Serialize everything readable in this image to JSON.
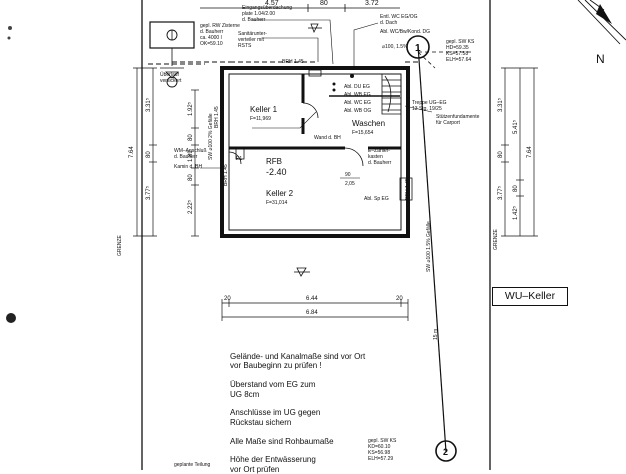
{
  "top_dims": [
    "4.57",
    "80",
    "3.72"
  ],
  "labels": {
    "rain_pipe": [
      "gepl. RW Zisterne",
      "d. Bauherr",
      "ca. 4000 l",
      "OK=59.10"
    ],
    "overflow": [
      "Überlauf",
      "versickert"
    ],
    "grade": [
      "Eingangsüberdachung",
      "plate 1.04/2.00",
      "d. Bauherr"
    ],
    "sanitary": [
      "Sanitärunter-",
      "verteiler mit",
      "RSTS"
    ],
    "vent": [
      "Entl. WC EG/OG",
      "d. Dach"
    ],
    "vent2": "Abl. WC/Bw/Kond. DG",
    "shaft_ref": "⌀100, 1.5%",
    "shaft_right": [
      "gepl. SW KS",
      "HD=59.35",
      "KS=57.58",
      "ELH=57.64"
    ],
    "drains": [
      "Abl. DU EG",
      "Abl. WB EG",
      "Abl. WC EG",
      "Abl. WB OG"
    ],
    "brh_top": "BRH 1.45",
    "stair": [
      "Treppe UG–EG",
      "13 Stg. 19/25"
    ],
    "foundation": [
      "Stützenfundamente",
      "für Carport"
    ],
    "wall_brh": "BRH 1.45",
    "wm": [
      "WM–Anschluß",
      "d. Bauherr"
    ],
    "kamin": "Kamin d. BH",
    "wand": "Wand d. BH",
    "pf": "P1",
    "meter": [
      "E–Zähler-",
      "kasten",
      "d. Bauherr"
    ],
    "abl_sp": "Abl. Sp EG",
    "brh_left": "BRH 1.45",
    "brh_right": "BRH 1.45",
    "pipe_left": "SW ⌀100 2% Gefälle",
    "pipe_right": "SW ⌀100 1.5% Gefälle",
    "grenze_left": "GRENZE",
    "grenze_right": "GRENZE",
    "dist_15m": "15 m",
    "mark_1": "1",
    "mark_2": "2",
    "north": "N",
    "shaft_bottom": [
      "gepl. SW KS",
      "KD=60.10",
      "KS=56.98",
      "ELH=57.29"
    ],
    "parting": "geplante Teilung"
  },
  "rooms": [
    {
      "name": "Keller 1",
      "area": "F=11,969"
    },
    {
      "name": "Waschen",
      "area": "F=15,654"
    },
    {
      "name": "Keller 2",
      "area": "F=31,014"
    }
  ],
  "level": {
    "rfb": "RFB",
    "value": "-2.40"
  },
  "door": {
    "width": "90",
    "height": "2,05"
  },
  "left_dims": {
    "outer": "7.64",
    "segments": [
      "3.31⁵",
      "80",
      "3.77⁵"
    ]
  },
  "inner_left_dims": [
    "1.92⁵",
    "80",
    "1.89",
    "80",
    "2.22⁵"
  ],
  "right_dims": {
    "outer": "7.64",
    "segments": [
      "3.31⁵",
      "80",
      "3.77⁵"
    ]
  },
  "right_inner_dims": [
    "5.41⁵",
    "80",
    "1.42⁵"
  ],
  "bottom_dims": {
    "segments": [
      "20",
      "6.44",
      "20"
    ],
    "total": "6.84"
  },
  "notes": [
    "Gelände- und Kanalmaße sind vor Ort",
    "vor Baubeginn zu prüfen !",
    "",
    "Überstand vom EG zum",
    "UG 8cm",
    "",
    "Anschlüsse im UG gegen",
    "Rückstau sichern",
    "",
    "Alle Maße sind Rohbaumaße",
    "",
    "Höhe der Entwässerung",
    "vor Ort prüfen"
  ],
  "stamp": "WU–Keller"
}
